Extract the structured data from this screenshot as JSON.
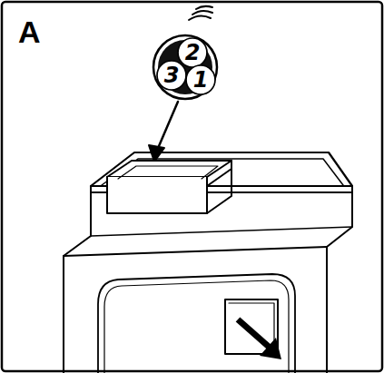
{
  "diagram": {
    "nodes": [
      {
        "text": [
          "2"
        ]
      },
      {
        "text": [
          "3"
        ]
      },
      {
        "text": [
          "1"
        ]
      }
    ],
    "labels": [
      "A"
    ]
  }
}
